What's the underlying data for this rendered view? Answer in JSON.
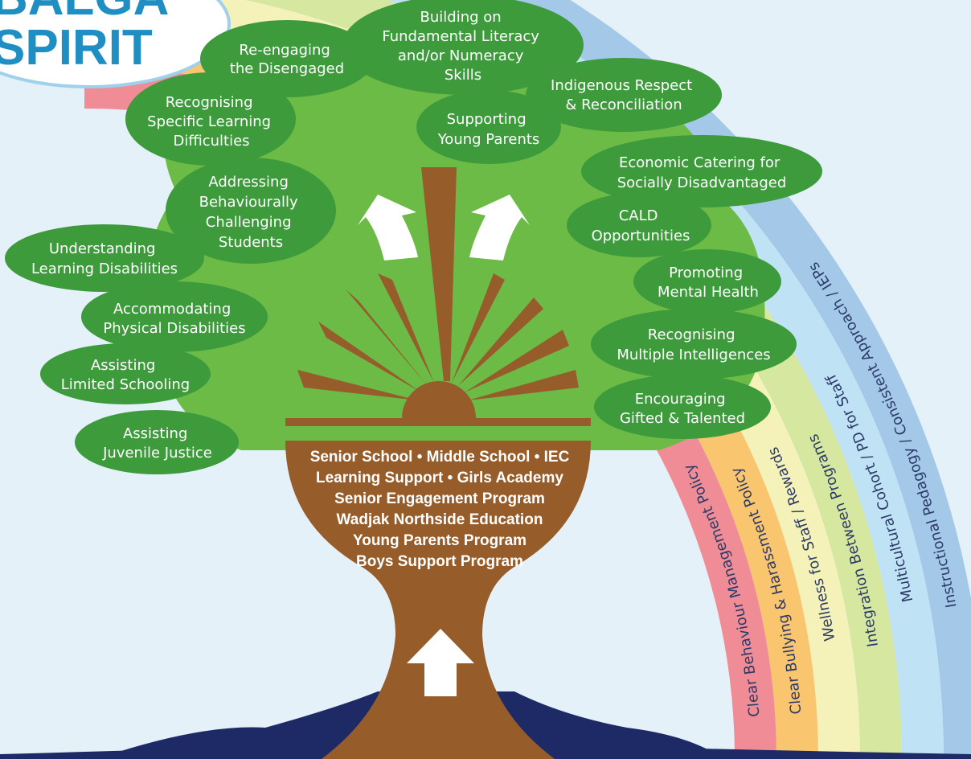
{
  "logo": {
    "lines": [
      "BALGA",
      "SPIRIT"
    ]
  },
  "tree_leaves": [
    {
      "lines": [
        "Building on",
        "Fundamental Literacy",
        "and/or Numeracy",
        "Skills"
      ]
    },
    {
      "lines": [
        "Re-engaging",
        "the Disengaged"
      ]
    },
    {
      "lines": [
        "Indigenous Respect",
        "& Reconciliation"
      ]
    },
    {
      "lines": [
        "Recognising",
        "Specific Learning",
        "Difficulties"
      ]
    },
    {
      "lines": [
        "Supporting",
        "Young Parents"
      ]
    },
    {
      "lines": [
        "Economic Catering for",
        "Socially Disadvantaged"
      ]
    },
    {
      "lines": [
        "Addressing",
        "Behaviourally",
        "Challenging",
        "Students"
      ]
    },
    {
      "lines": [
        "CALD",
        "Opportunities"
      ]
    },
    {
      "lines": [
        "Understanding",
        "Learning Disabilities"
      ]
    },
    {
      "lines": [
        "Promoting",
        "Mental Health"
      ]
    },
    {
      "lines": [
        "Accommodating",
        "Physical Disabilities"
      ]
    },
    {
      "lines": [
        "Recognising",
        "Multiple Intelligences"
      ]
    },
    {
      "lines": [
        "Assisting",
        "Limited Schooling"
      ]
    },
    {
      "lines": [
        "Encouraging",
        "Gifted & Talented"
      ]
    },
    {
      "lines": [
        "Assisting",
        "Juvenile Justice"
      ]
    }
  ],
  "trunk_programs": [
    "Senior School • Middle School • IEC",
    "Learning Support • Girls Academy",
    "Senior Engagement Program",
    "Wadjak Northside Education",
    "Young Parents Program",
    "Boys Support Program"
  ],
  "rainbow_bands": [
    {
      "label": "Instructional Pedagogy / Consistent Approach / IEPs",
      "color": "#a3c8e8"
    },
    {
      "label": "Multicultural Cohort / PD for Staff",
      "color": "#bfe2f4"
    },
    {
      "label": "Integration Between Programs",
      "color": "#d6e8a0"
    },
    {
      "label": "Wellness for Staff / Rewards",
      "color": "#f4f2b8"
    },
    {
      "label": "Clear Bullying & Harassment Policy",
      "color": "#f9c56f"
    },
    {
      "label": "Clear Behaviour Management Policy",
      "color": "#f08c95"
    }
  ],
  "colors": {
    "background": "#e4f1f8",
    "canopy": "#6cbb47",
    "leaf": "#3d9b3c",
    "trunk": "#965c2a",
    "ground": "#1d2a66",
    "arrow": "#ffffff",
    "band_text": "#2b3a67"
  }
}
